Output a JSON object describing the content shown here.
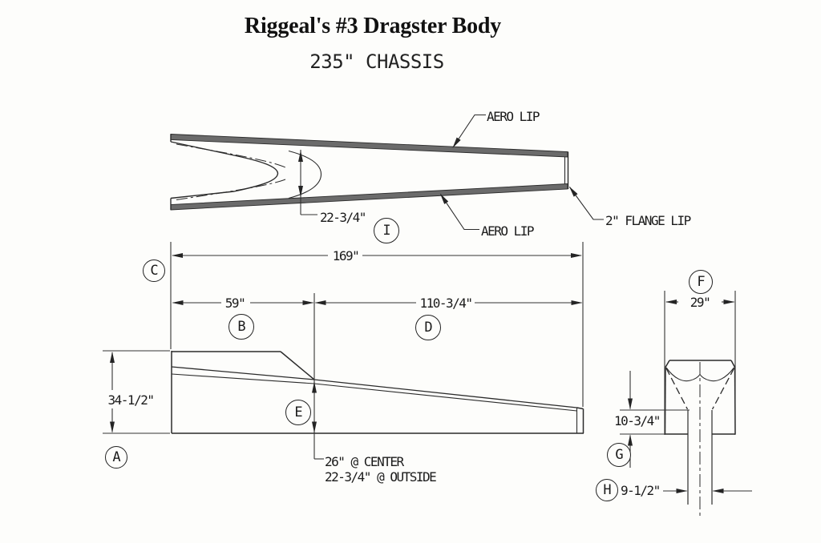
{
  "title": "Riggeal's #3 Dragster Body",
  "subtitle": "235\" CHASSIS",
  "top_view": {
    "aero_lip_top_label": "AERO LIP",
    "aero_lip_bottom_label": "AERO LIP",
    "flange_lip_label": "2\" FLANGE LIP",
    "cowl_width_dim": "22-3/4\"",
    "balloon_i": "I"
  },
  "side_view": {
    "overall_length_dim": "169\"",
    "nose_section_dim": "59\"",
    "tail_section_dim": "110-3/4\"",
    "body_height_dim": "34-1/2\"",
    "cowl_note_line1": "26\" @ CENTER",
    "cowl_note_line2": "22-3/4\" @ OUTSIDE",
    "balloon_a": "A",
    "balloon_b": "B",
    "balloon_c": "C",
    "balloon_d": "D",
    "balloon_e": "E"
  },
  "end_view": {
    "tail_width_dim": "29\"",
    "neck_height_dim": "10-3/4\"",
    "neck_width_dim": "9-1/2\"",
    "balloon_f": "F",
    "balloon_g": "G",
    "balloon_h": "H"
  }
}
